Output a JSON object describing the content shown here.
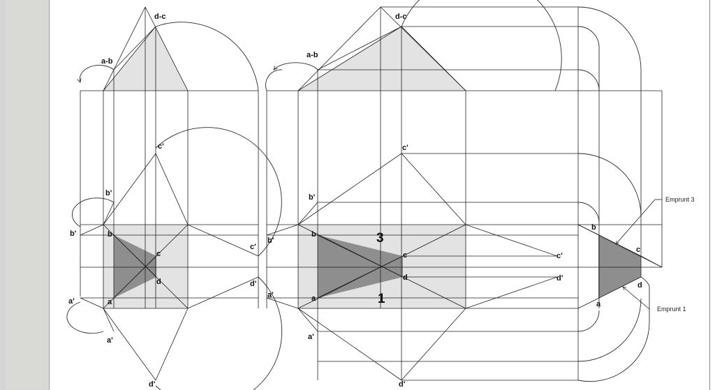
{
  "labels": {
    "dc_left": "d-c",
    "ab_left": "a-b",
    "c_prime_top_left": "c'",
    "b_prime_top_left": "b'",
    "b_prime_left": "b'",
    "c_prime_right_left": "c'",
    "d_prime_right_left": "d'",
    "a_prime_left": "a'",
    "a_prime_bottom_left": "a'",
    "d_prime_bottom_left": "d'",
    "b_left": "b",
    "c_left": "c",
    "d_left": "d",
    "a_left": "a",
    "dc_mid": "d-c",
    "ab_mid": "a-b",
    "c_prime_top_mid": "c'",
    "b_prime_top_mid": "b'",
    "b_prime_mid": "b'",
    "a_prime_mid": "a'",
    "a_prime_bottom_mid": "a'",
    "d_prime_bottom_mid": "d'",
    "b_mid": "b",
    "c_mid": "c",
    "d_mid": "d",
    "a_mid": "a",
    "c_prime_mid": "c'",
    "d_prime_mid": "d'",
    "face_3": "3",
    "face_1": "1",
    "b_right": "b",
    "c_right": "c",
    "d_right": "d",
    "a_right": "a",
    "emprunt_3": "Emprunt 3",
    "emprunt_1": "Emprunt 1"
  },
  "colors": {
    "light_fill": "#e3e3e3",
    "dark_fill": "#8e8e8e",
    "line": "#1f1f1f",
    "side_panel": "#d9d9d6"
  }
}
